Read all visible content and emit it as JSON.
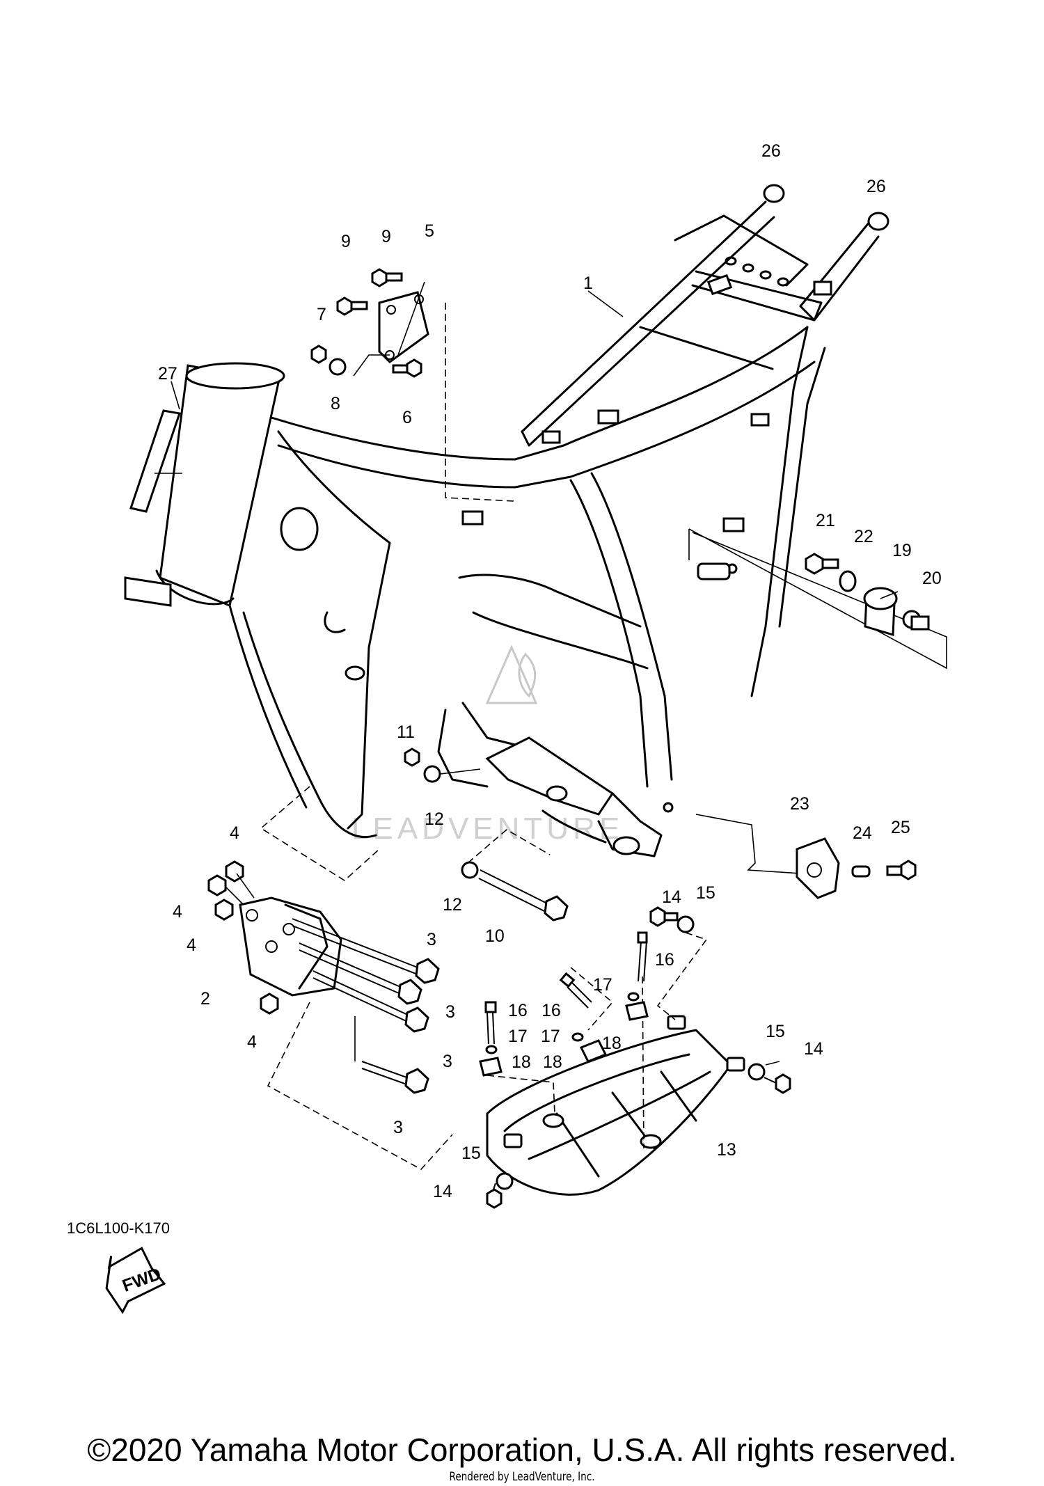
{
  "diagram_code": "1C6L100-K170",
  "copyright": "©2020 Yamaha Motor Corporation, U.S.A. All rights reserved.",
  "rendered_by": "Rendered by LeadVenture, Inc.",
  "watermark_text": "LEADVENTURE",
  "fwd_label": "FWD",
  "callouts": {
    "c1": "1",
    "c2": "2",
    "c3a": "3",
    "c3b": "3",
    "c3c": "3",
    "c3d": "3",
    "c4a": "4",
    "c4b": "4",
    "c4c": "4",
    "c4d": "4",
    "c5": "5",
    "c6": "6",
    "c7": "7",
    "c8": "8",
    "c9a": "9",
    "c9b": "9",
    "c10": "10",
    "c11": "11",
    "c12a": "12",
    "c12b": "12",
    "c13": "13",
    "c14a": "14",
    "c14b": "14",
    "c14c": "14",
    "c15a": "15",
    "c15b": "15",
    "c15c": "15",
    "c16a": "16",
    "c16b": "16",
    "c16c": "16",
    "c17a": "17",
    "c17b": "17",
    "c17c": "17",
    "c18a": "18",
    "c18b": "18",
    "c18c": "18",
    "c19": "19",
    "c20": "20",
    "c21": "21",
    "c22": "22",
    "c23": "23",
    "c24": "24",
    "c25": "25",
    "c26a": "26",
    "c26b": "26",
    "c27": "27"
  }
}
